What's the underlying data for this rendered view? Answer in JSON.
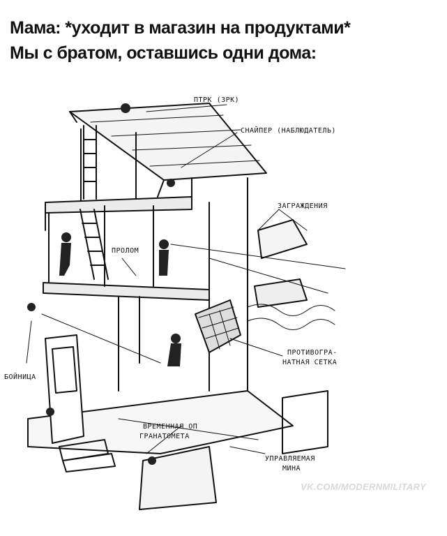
{
  "caption": {
    "line1": "Мама: *уходит в магазин на продуктами*",
    "line2": "Мы с братом, оставшись одни дома:"
  },
  "labels": {
    "ptrk": "ПТРК (ЗРК)",
    "sniper": "СНАЙПЕР (НАБЛЮДАТЕЛЬ)",
    "barriers": "ЗАГРАЖДЕНИЯ",
    "breach": "ПРОЛОМ",
    "net_line1": "ПРОТИВОГРА-",
    "net_line2": "НАТНАЯ СЕТКА",
    "loophole": "БОЙНИЦА",
    "temp_line1": "ВРЕМЕННАЯ ОП",
    "temp_line2": "ГРАНАТОМЕТА",
    "mine_line1": "УПРАВЛЯЕМАЯ",
    "mine_line2": "МИНА"
  },
  "watermark": "VK.COM/MODERNMILITARY"
}
